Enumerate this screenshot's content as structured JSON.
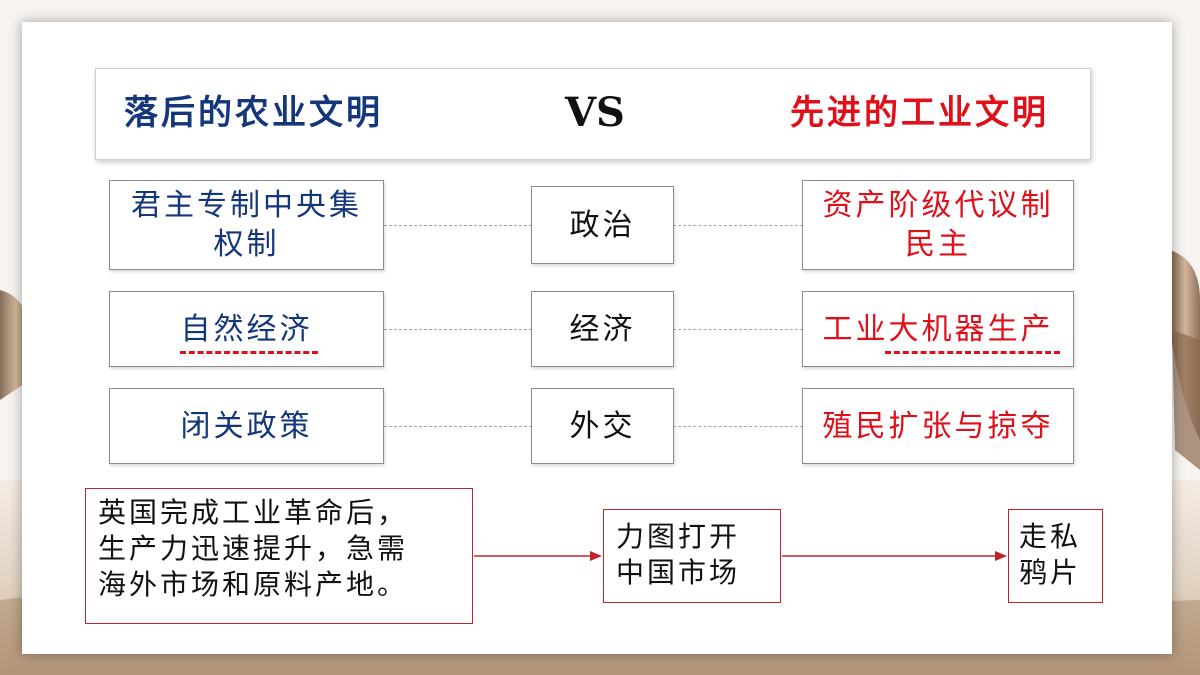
{
  "header": {
    "left_title": "落后的农业文明",
    "vs": "VS",
    "right_title": "先进的工业文明"
  },
  "rows": [
    {
      "left": "君主专制中央集\n权制",
      "center": "政治",
      "right": "资产阶级代议制\n民主"
    },
    {
      "left": "自然经济",
      "center": "经济",
      "right": "工业大机器生产"
    },
    {
      "left": "闭关政策",
      "center": "外交",
      "right": "殖民扩张与掠夺"
    }
  ],
  "flow": {
    "cause": "英国完成工业革命后，\n生产力迅速提升，急需\n海外市场和原料产地。",
    "goal": "力图打开\n中国市场",
    "result": "走私\n鸦片"
  },
  "colors": {
    "agriculture_text": "#14367a",
    "industry_text": "#e0101a",
    "flow_border": "#c0232b",
    "arrow": "#c0232b"
  }
}
